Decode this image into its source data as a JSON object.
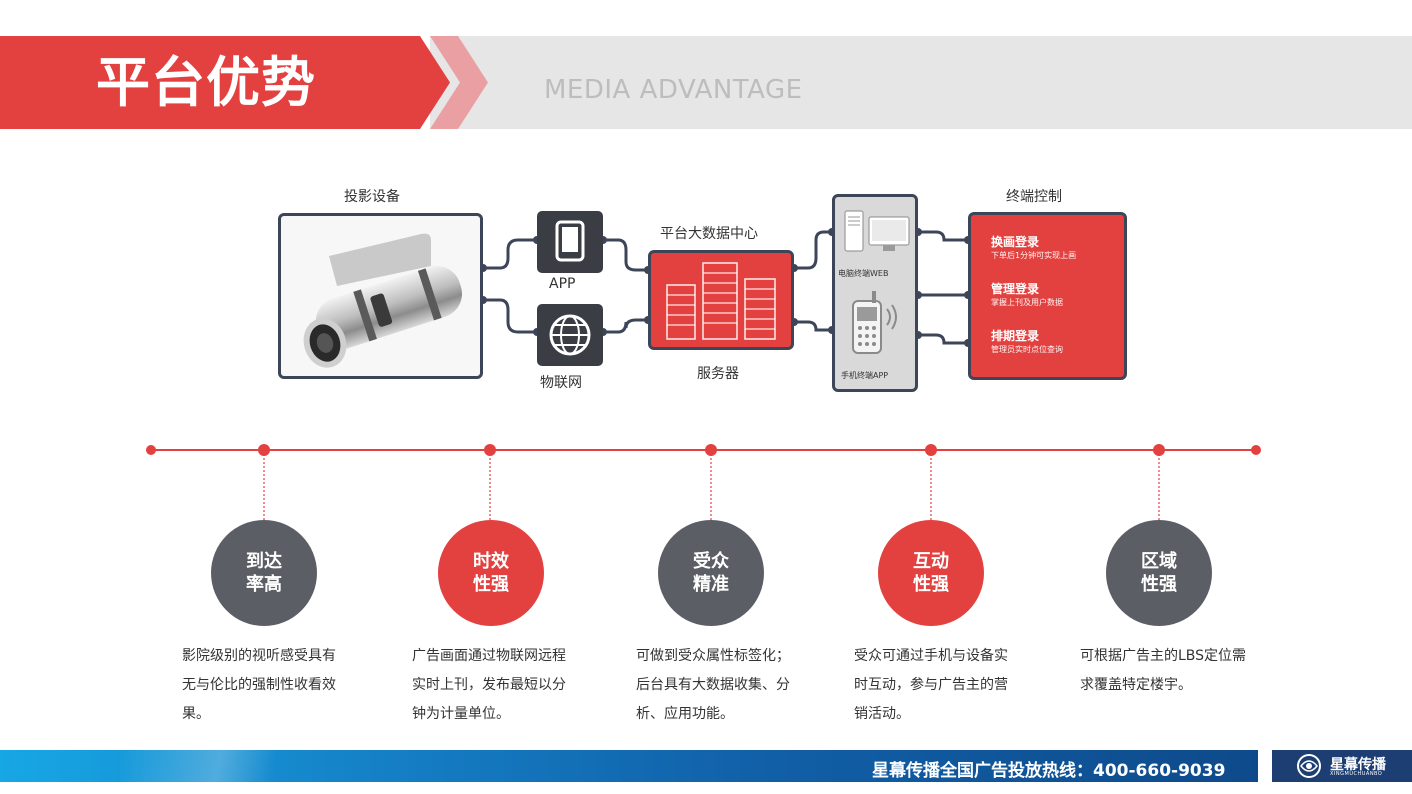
{
  "header": {
    "title": "平台优势",
    "subtitle": "MEDIA ADVANTAGE",
    "accent_color": "#e3413f"
  },
  "diagram": {
    "projector_label": "投影设备",
    "app_label": "APP",
    "iot_label": "物联网",
    "datacenter_label": "平台大数据中心",
    "server_label": "服务器",
    "terminal_title": "终端控制",
    "pc_label": "电脑终端WEB",
    "mobile_label": "手机终端APP",
    "controls": [
      {
        "title": "换画登录",
        "desc": "下单后1分钟可实现上画"
      },
      {
        "title": "管理登录",
        "desc": "掌握上刊及用户数据"
      },
      {
        "title": "排期登录",
        "desc": "管理员实时点位查询"
      }
    ]
  },
  "timeline": {
    "items": [
      {
        "line1": "到达",
        "line2": "率高",
        "style": "gray",
        "desc": [
          "影院级别的视听感受具有",
          "无与伦比的强制性收看效",
          "果。"
        ]
      },
      {
        "line1": "时效",
        "line2": "性强",
        "style": "red",
        "desc": [
          "广告画面通过物联网远程",
          "实时上刊，发布最短以分",
          "钟为计量单位。"
        ]
      },
      {
        "line1": "受众",
        "line2": "精准",
        "style": "gray",
        "desc": [
          "可做到受众属性标签化；",
          "后台具有大数据收集、分",
          "析、应用功能。"
        ]
      },
      {
        "line1": "互动",
        "line2": "性强",
        "style": "red",
        "desc": [
          "受众可通过手机与设备实",
          "时互动，参与广告主的营",
          "销活动。"
        ]
      },
      {
        "line1": "区域",
        "line2": "性强",
        "style": "gray",
        "desc": [
          "可根据广告主的LBS定位需",
          "求覆盖特定楼宇。"
        ]
      }
    ]
  },
  "footer": {
    "hotline": "星幕传播全国广告投放热线：400-660-9039",
    "logo_name": "星幕传播",
    "logo_pinyin": "XINGMUCHUANBO"
  }
}
